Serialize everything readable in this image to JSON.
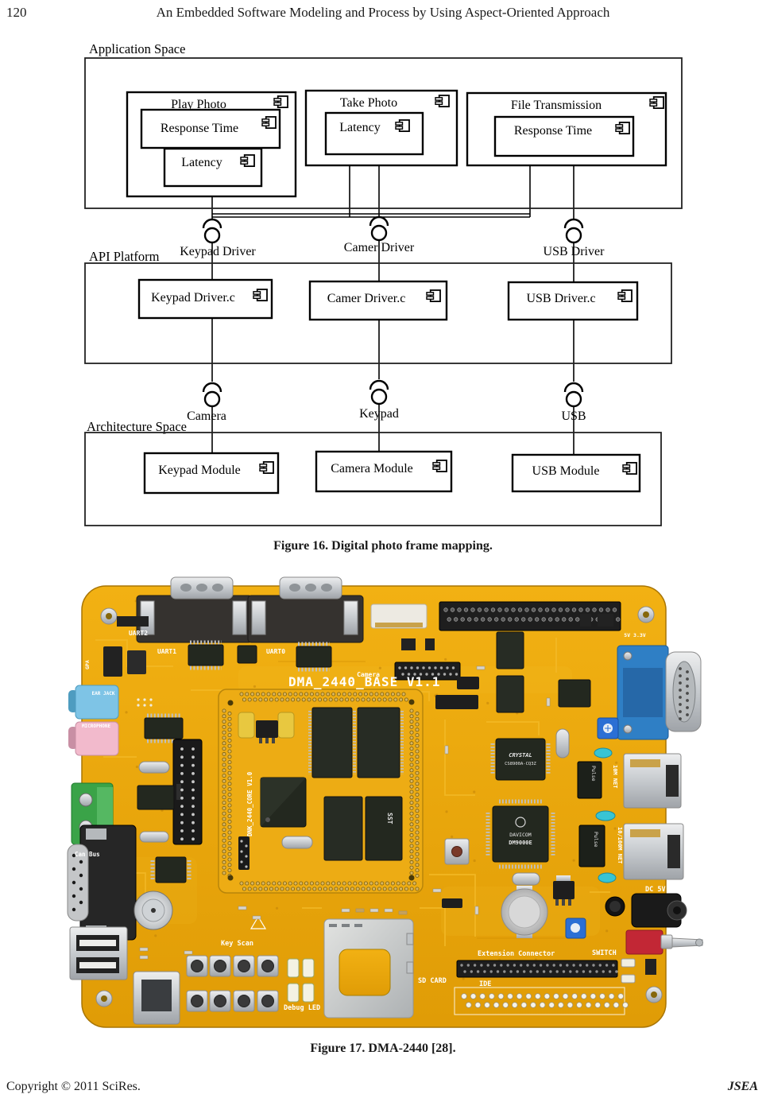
{
  "header": {
    "page_number": "120",
    "title": "An Embedded Software Modeling and Process by Using Aspect-Oriented Approach"
  },
  "footer": {
    "left": "Copyright © 2011 SciRes.",
    "right": "JSEA"
  },
  "fig16": {
    "caption": "Figure 16. Digital photo frame mapping.",
    "labels": {
      "app_space": "Application Space",
      "api_platform": "API Platform",
      "arch_space": "Architecture Space",
      "play_photo": "Play Photo",
      "response_time_1": "Response Time",
      "latency_1": "Latency",
      "take_photo": "Take Photo",
      "latency_2": "Latency",
      "file_transmission": "File Transmission",
      "response_time_2": "Response Time",
      "keypad_driver_if": "Keypad Driver",
      "camer_driver_if": "Camer Driver",
      "usb_driver_if": "USB Driver",
      "keypad_driver_c": "Keypad Driver.c",
      "camer_driver_c": "Camer Driver.c",
      "usb_driver_c": "USB Driver.c",
      "camera_if": "Camera",
      "keypad_if": "Keypad",
      "usb_if": "USB",
      "keypad_module": "Keypad Module",
      "camera_module": "Camera Module",
      "usb_module": "USB Module"
    }
  },
  "fig17": {
    "caption": "Figure 17. DMA-2440 [28].",
    "silk": {
      "title": "DMA_2440_BASE V1.1",
      "uart2": "UART2",
      "uart1": "UART1",
      "uart0": "UART0",
      "camera": "Camera",
      "gpa": "GPA",
      "power_rail": "5V 3.3V",
      "ear_jack": "EAR JACK",
      "microphone": "MICROPHONE",
      "can_bus": "Can Bus",
      "key_scan": "Key Scan",
      "debug_led": "Debug LED",
      "sd_card": "SD CARD",
      "extension": "Extension Connector",
      "ide": "IDE",
      "switch": "SWITCH",
      "dc_5v": "DC 5V",
      "net_10m": "10M NET",
      "net_100m": "10/100M NET",
      "core_module": "DNK_2440_CORE V1.0"
    },
    "chips": {
      "cs8900_brand": "CRYSTAL",
      "cs8900_part": "CS8900A-CQ3Z",
      "dm9000_brand": "DAVICOM",
      "dm9000_part": "DM9000E",
      "pulse": "Pulse",
      "sst": "SST"
    },
    "colors": {
      "pcb": "#EBA60C",
      "trace": "#F3BA28",
      "silkscreen": "#FFFFFF",
      "vga_blue": "#2F7FC5",
      "audio_blue": "#7EC4E6",
      "audio_pink": "#F2BACC",
      "terminal_green": "#3AA348",
      "switch_red": "#C22735",
      "teal_cap": "#38C4D4",
      "metal": "#C9CDD2",
      "chip_black": "#23281F"
    }
  }
}
